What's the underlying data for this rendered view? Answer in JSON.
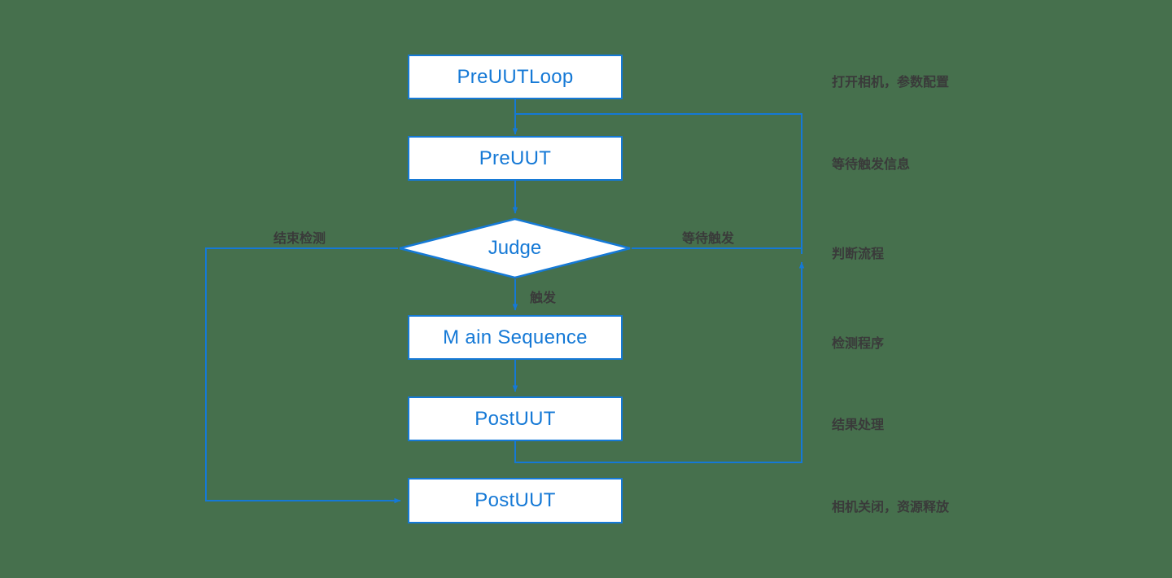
{
  "diagram": {
    "title": "PreUUT / Judge / MainSequence flow",
    "background_color": "#46704d",
    "accent_color": "#1579d6",
    "node_fill": "#ffffff",
    "annotation_color": "#3a3a3a",
    "nodes": [
      {
        "id": "preuutloop",
        "label": "PreUUTLoop",
        "shape": "rect"
      },
      {
        "id": "preuut",
        "label": "PreUUT",
        "shape": "rect"
      },
      {
        "id": "judge",
        "label": "Judge",
        "shape": "diamond"
      },
      {
        "id": "main_sequence",
        "label": "M ain Sequence",
        "shape": "rect"
      },
      {
        "id": "postuut_1",
        "label": "PostUUT",
        "shape": "rect"
      },
      {
        "id": "postuut_2",
        "label": "PostUUT",
        "shape": "rect"
      }
    ],
    "edge_labels": [
      {
        "id": "end-detection",
        "text": "结束检测"
      },
      {
        "id": "wait-trigger",
        "text": "等待触发"
      },
      {
        "id": "trigger",
        "text": "触发"
      }
    ],
    "annotations": [
      {
        "id": "annotation-preuutloop",
        "text": "打开相机，参数配置"
      },
      {
        "id": "annotation-preuut",
        "text": "等待触发信息"
      },
      {
        "id": "annotation-judge",
        "text": "判断流程"
      },
      {
        "id": "annotation-main-sequence",
        "text": "检测程序"
      },
      {
        "id": "annotation-postuut-1",
        "text": "结果处理"
      },
      {
        "id": "annotation-postuut-2",
        "text": "相机关闭，资源释放"
      }
    ]
  }
}
